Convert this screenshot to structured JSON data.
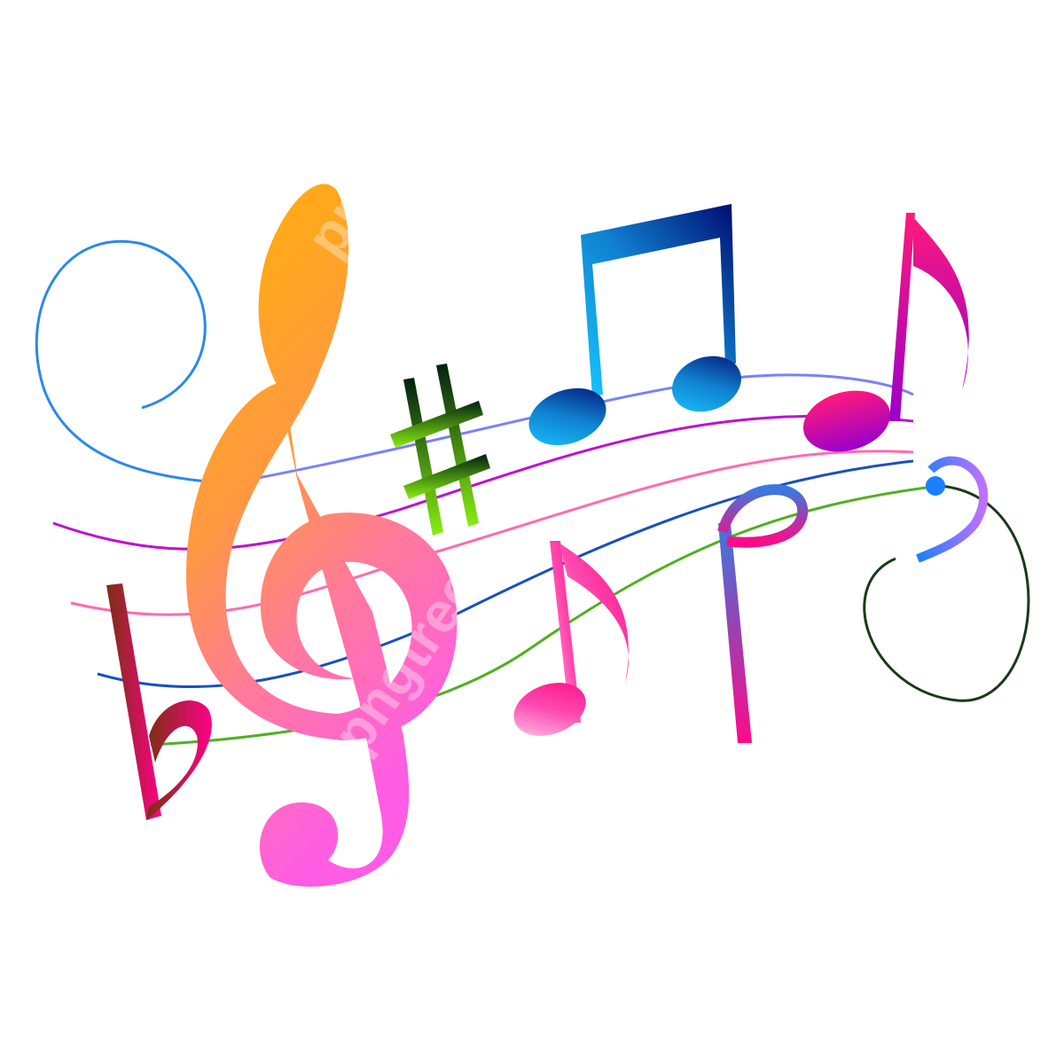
{
  "illustration": {
    "subject": "colorful music notes on a wavy staff",
    "elements": [
      "treble-clef",
      "sharp",
      "beamed-eighth-notes",
      "eighth-note-right",
      "eighth-note-middle",
      "half-note-stem",
      "bass-clef-swirl",
      "flat",
      "swirl-left",
      "staff-lines"
    ],
    "watermark": "pngtree",
    "colors": {
      "treble_top": "#ffb300",
      "treble_bottom": "#ff5ce6",
      "sharp_top": "#002010",
      "sharp_bottom": "#88ee11",
      "beamed_top": "#000a6e",
      "beamed_bottom": "#17c8ff",
      "right_note_top": "#ff1a7a",
      "right_note_bottom": "#9900cc",
      "middle_note": "#ff2aa0",
      "flat_left": "#7a3010",
      "flat_right": "#ff0088",
      "swirl": "#2288ee"
    }
  }
}
